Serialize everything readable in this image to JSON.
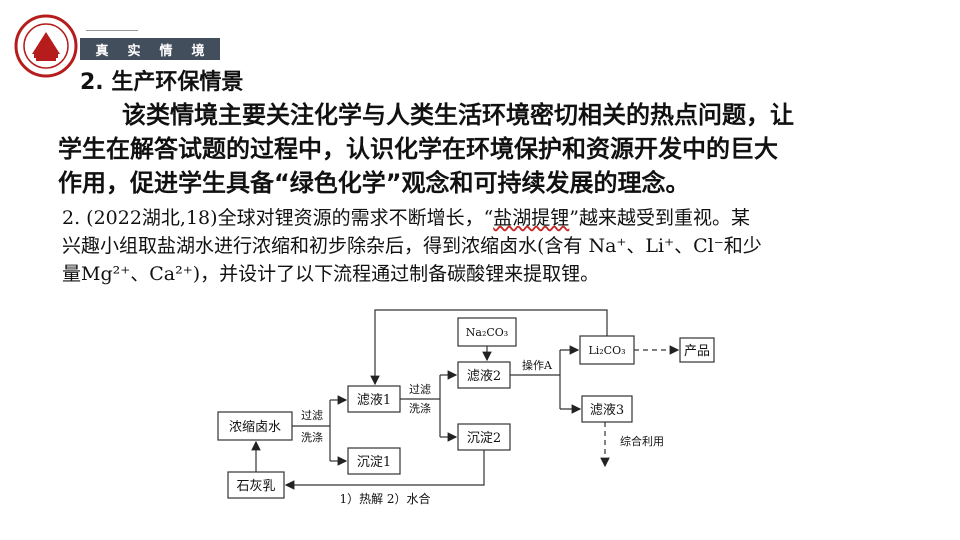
{
  "header": {
    "tag_chars": [
      "真",
      "实",
      "情",
      "境"
    ]
  },
  "section": {
    "title": "2. 生产环保情景"
  },
  "paragraph": {
    "line1": "该类情境主要关注化学与人类生活环境密切相关的热点问题，让",
    "line2": "学生在解答试题的过程中，认识化学在环境保护和资源开发中的巨大",
    "line3": "作用，促进学生具备“绿色化学”观念和可持续发展的理念。"
  },
  "question": {
    "prefix": "2. (2022湖北,18)全球对锂资源的需求不断增长，“",
    "highlight": "盐湖提锂",
    "suffix": "”越来越受到重视。某",
    "line2": "兴趣小组取盐湖水进行浓缩和初步除杂后，得到浓缩卤水(含有 Na⁺、Li⁺、Cl⁻和少",
    "line3": "量Mg²⁺、Ca²⁺)，并设计了以下流程通过制备碳酸锂来提取锂。"
  },
  "flow": {
    "brine": "浓缩卤水",
    "lime": "石灰乳",
    "filtrate1": "滤液1",
    "precip1": "沉淀1",
    "filtrate2": "滤液2",
    "precip2": "沉淀2",
    "na2co3": "Na₂CO₃",
    "li2co3": "Li₂CO₃",
    "product": "产品",
    "filtrate3": "滤液3",
    "filter_wash_1a": "过滤",
    "filter_wash_1b": "洗涤",
    "filter_wash_2a": "过滤",
    "filter_wash_2b": "洗涤",
    "operation_a": "操作A",
    "comprehensive_use": "综合利用",
    "bottom_label": "1）热解  2）水合"
  }
}
